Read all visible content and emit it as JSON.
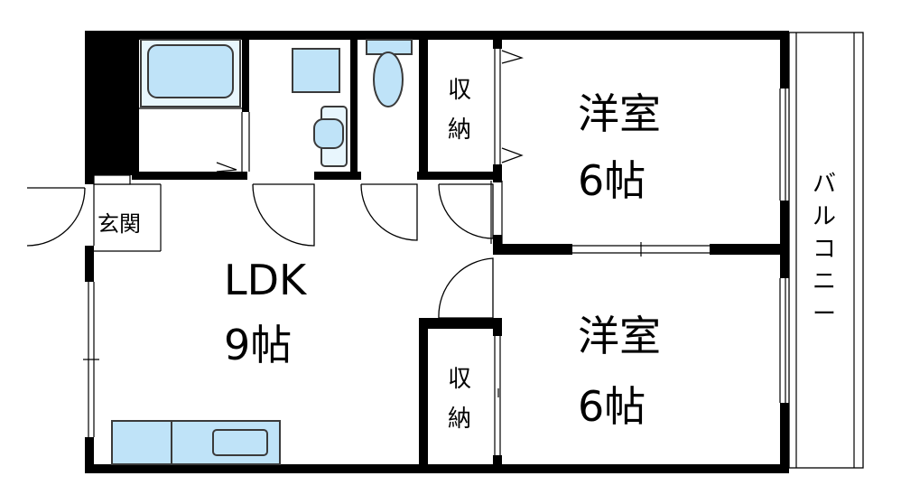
{
  "floorplan": {
    "rooms": {
      "western_room_top": {
        "name": "洋室",
        "size": "6帖"
      },
      "western_room_bottom": {
        "name": "洋室",
        "size": "6帖"
      },
      "ldk": {
        "name": "LDK",
        "size": "9帖"
      },
      "entrance": {
        "name": "玄関"
      },
      "storage_top": {
        "name": "収納"
      },
      "storage_bottom": {
        "name": "収納"
      },
      "balcony": {
        "name": "バルコニー"
      }
    },
    "colors": {
      "wall": "#000000",
      "fixture": "#bfe3f8",
      "fixture_light": "#e8f6fd",
      "background": "#ffffff"
    }
  }
}
